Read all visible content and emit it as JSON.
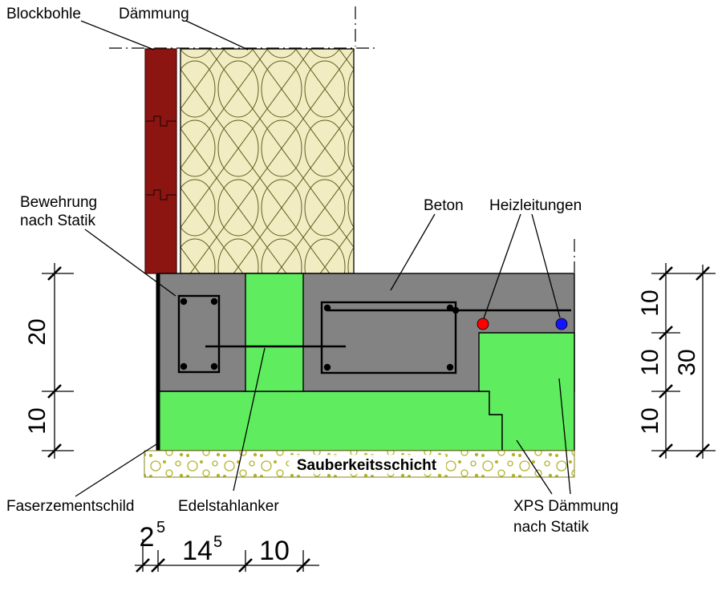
{
  "drawing": {
    "labels": {
      "blockbohle": "Blockbohle",
      "daemmung": "Dämmung",
      "bewehrung_line1": "Bewehrung",
      "bewehrung_line2": "nach Statik",
      "beton": "Beton",
      "heizleitungen": "Heizleitungen",
      "faserzementschild": "Faserzementschild",
      "edelstahlanker": "Edelstahlanker",
      "sauberkeitsschicht": "Sauberkeitsschicht",
      "xps_line1": "XPS Dämmung",
      "xps_line2": "nach Statik"
    },
    "dimensions": {
      "left": {
        "d20": "20",
        "d10": "10"
      },
      "right": {
        "d10_top": "10",
        "d10_mid": "10",
        "d10_bot": "10",
        "d30": "30"
      },
      "bottom": {
        "d25_main": "2",
        "d25_sup": "5",
        "d145_main": "14",
        "d145_sup": "5",
        "d10": "10"
      }
    },
    "colors": {
      "blockbohle_red": "#8C1512",
      "insulation_cream": "#F2ECC2",
      "concrete_gray": "#838383",
      "xps_green": "#5FEC5F",
      "heating_pipe_red": "#FF0000",
      "heating_pipe_blue": "#1414FF"
    }
  }
}
